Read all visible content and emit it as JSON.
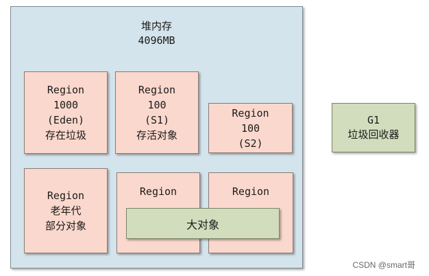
{
  "heap": {
    "title_line1": "堆内存",
    "title_line2": "4096MB"
  },
  "regions": [
    {
      "lines": [
        "Region",
        "1000",
        "(Eden)",
        "存在垃圾"
      ]
    },
    {
      "lines": [
        "Region",
        "100",
        "(S1)",
        "存活对象"
      ]
    },
    {
      "lines": [
        "Region",
        "100",
        "(S2)"
      ]
    },
    {
      "lines": [
        "Region",
        "老年代",
        "部分对象"
      ]
    },
    {
      "lines": [
        "Region"
      ]
    },
    {
      "lines": [
        "Region"
      ]
    }
  ],
  "big_object": {
    "label": "大对象"
  },
  "gc": {
    "line1": "G1",
    "line2": "垃圾回收器"
  },
  "watermark": "CSDN @smart哥",
  "colors": {
    "heap_fill": "#d4e4ec",
    "region_fill": "#fbd8cd",
    "green_fill": "#d2ddbd"
  }
}
